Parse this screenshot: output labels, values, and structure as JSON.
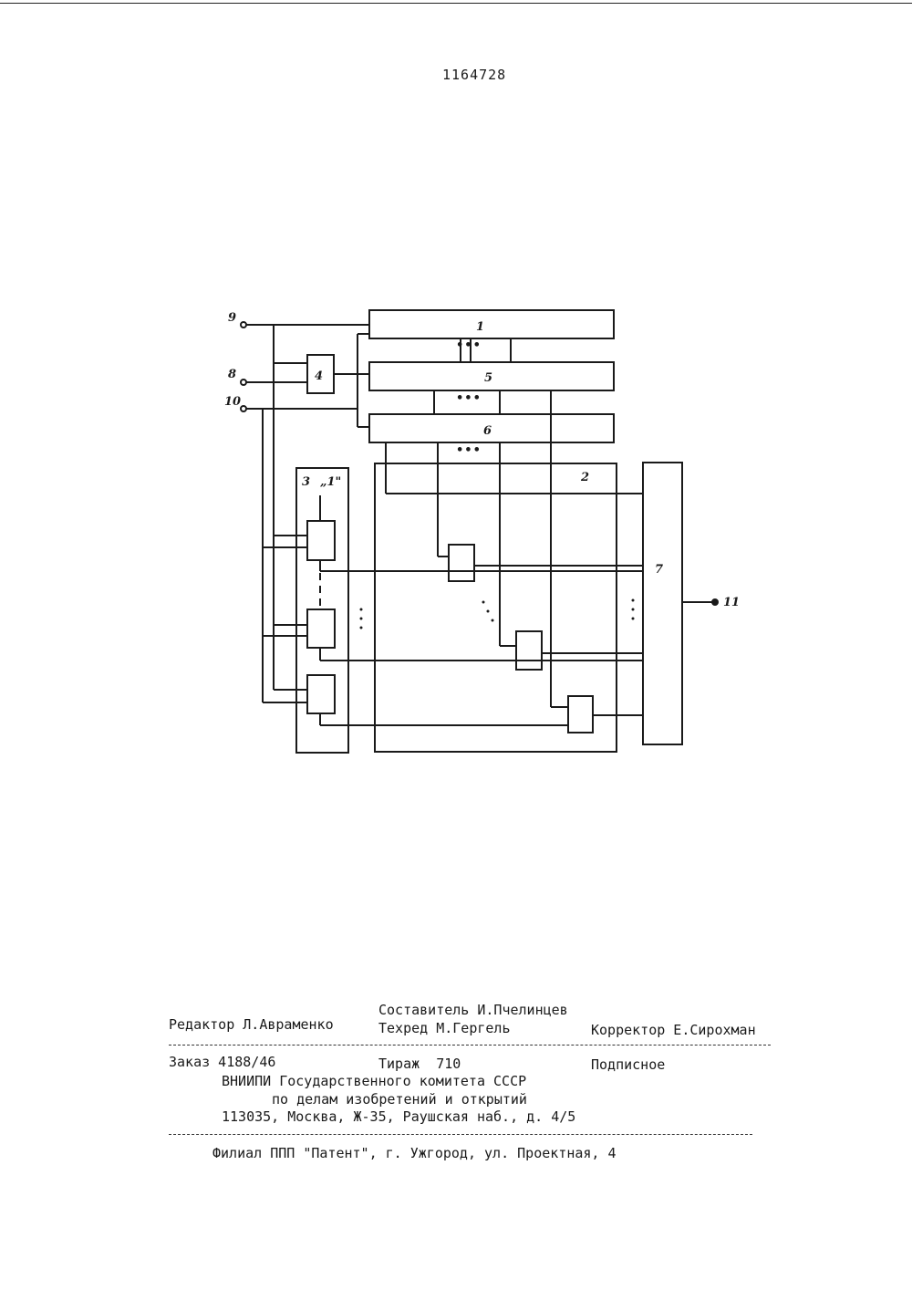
{
  "document": {
    "patent_number": "1164728"
  },
  "diagram": {
    "terminals": {
      "t9": "9",
      "t8": "8",
      "t10": "10",
      "t11": "11"
    },
    "blocks": {
      "b1": "1",
      "b2": "2",
      "b3": "3",
      "b3_mark": "„1\"",
      "b4": "4",
      "b5": "5",
      "b6": "6",
      "b7": "7"
    },
    "ellipsis": "•••"
  },
  "imprint": {
    "compiler": "Составитель И.Пчелинцев",
    "editor": "Редактор Л.Авраменко",
    "techred": "Техред М.Гергель",
    "corrector": "Корректор Е.Сирохман",
    "order": "Заказ 4188/46",
    "circulation": "Тираж  710",
    "subscription": "Подписное",
    "org_line1": "ВНИИПИ Государственного комитета СССР",
    "org_line2": "по делам изобретений и открытий",
    "org_line3": "113035, Москва, Ж-35, Раушская наб., д. 4/5",
    "branch": "Филиал ППП \"Патент\", г. Ужгород, ул. Проектная, 4"
  }
}
